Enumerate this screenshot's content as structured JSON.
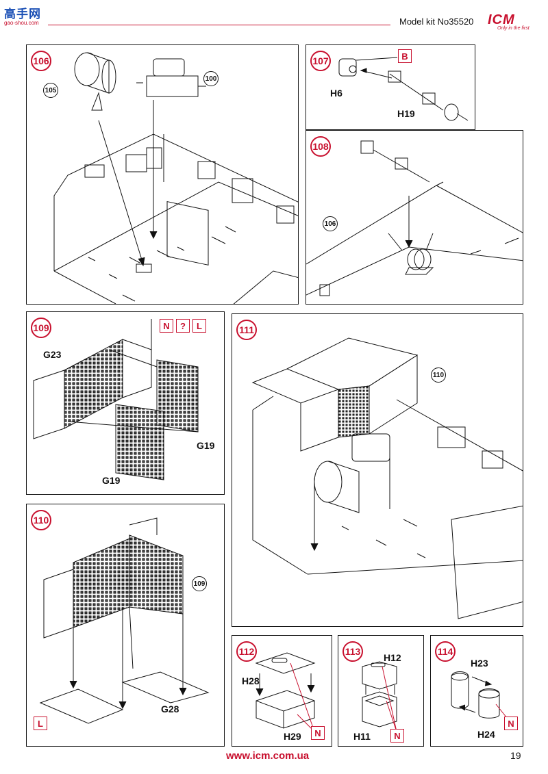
{
  "header": {
    "site_logo_text": "高手网",
    "site_logo_sub": "gao-shou.com",
    "model_kit": "Model kit No35520",
    "brand": "ICM",
    "brand_tagline": "Only in the first"
  },
  "colors": {
    "accent": "#c8102e",
    "line": "#111111"
  },
  "steps": {
    "s106": {
      "number": "106",
      "refs": [
        "105",
        "100"
      ]
    },
    "s107": {
      "number": "107",
      "tag": "B",
      "parts": [
        "H6",
        "H19"
      ]
    },
    "s108": {
      "number": "108",
      "refs": [
        "106"
      ]
    },
    "s109": {
      "number": "109",
      "tags": [
        "N",
        "?",
        "L"
      ],
      "parts": [
        "G23",
        "G19",
        "G19"
      ]
    },
    "s110": {
      "number": "110",
      "refs": [
        "109"
      ],
      "tag": "L",
      "parts": [
        "G28"
      ]
    },
    "s111": {
      "number": "111",
      "refs": [
        "110"
      ]
    },
    "s112": {
      "number": "112",
      "tag": "N",
      "parts": [
        "H28",
        "H29"
      ]
    },
    "s113": {
      "number": "113",
      "tag": "N",
      "parts": [
        "H12",
        "H11"
      ]
    },
    "s114": {
      "number": "114",
      "tag": "N",
      "parts": [
        "H23",
        "H24"
      ]
    }
  },
  "footer": {
    "url": "www.icm.com.ua",
    "page_number": "19"
  }
}
